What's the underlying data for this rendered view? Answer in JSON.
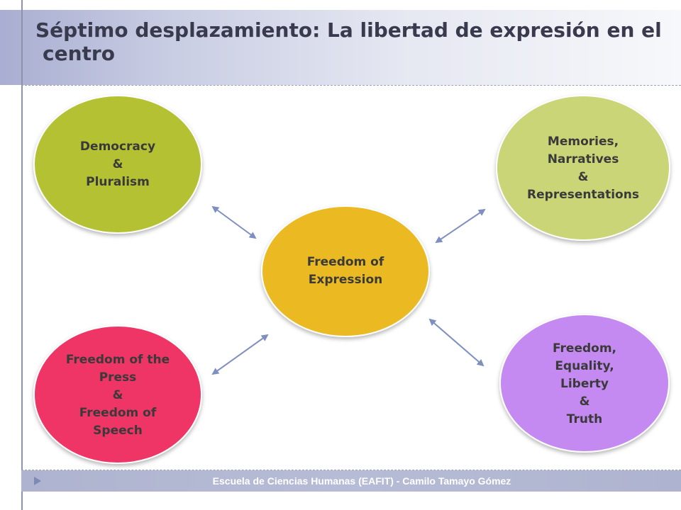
{
  "slide": {
    "title_line1": "Séptimo desplazamiento: La libertad de expresión en el",
    "title_line2": "centro",
    "footer": "Escuela de Ciencias Humanas  (EAFIT)  - Camilo Tamayo Gómez"
  },
  "colors": {
    "center": "#ebb923",
    "democracy": "#b3c132",
    "memories": "#c9d576",
    "press": "#ef3665",
    "freedom": "#c48af1",
    "arrow": "#7f8fbf",
    "title_text": "#3a3a4e"
  },
  "diagram": {
    "nodes": [
      {
        "id": "center",
        "lines": [
          "Freedom of",
          "Expression"
        ]
      },
      {
        "id": "democracy",
        "lines": [
          "Democracy",
          "&",
          "Pluralism"
        ]
      },
      {
        "id": "memories",
        "lines": [
          "Memories,",
          "Narratives",
          "&",
          "Representations"
        ]
      },
      {
        "id": "press",
        "lines": [
          "Freedom of the",
          "Press",
          "&",
          "Freedom of",
          "Speech"
        ]
      },
      {
        "id": "freedom",
        "lines": [
          "Freedom,",
          "Equality,",
          "Liberty",
          "&",
          "Truth"
        ]
      }
    ],
    "edges": [
      {
        "from": "center",
        "to": "democracy",
        "bidirectional": true
      },
      {
        "from": "center",
        "to": "memories",
        "bidirectional": true
      },
      {
        "from": "center",
        "to": "press",
        "bidirectional": true
      },
      {
        "from": "center",
        "to": "freedom",
        "bidirectional": true
      }
    ]
  }
}
